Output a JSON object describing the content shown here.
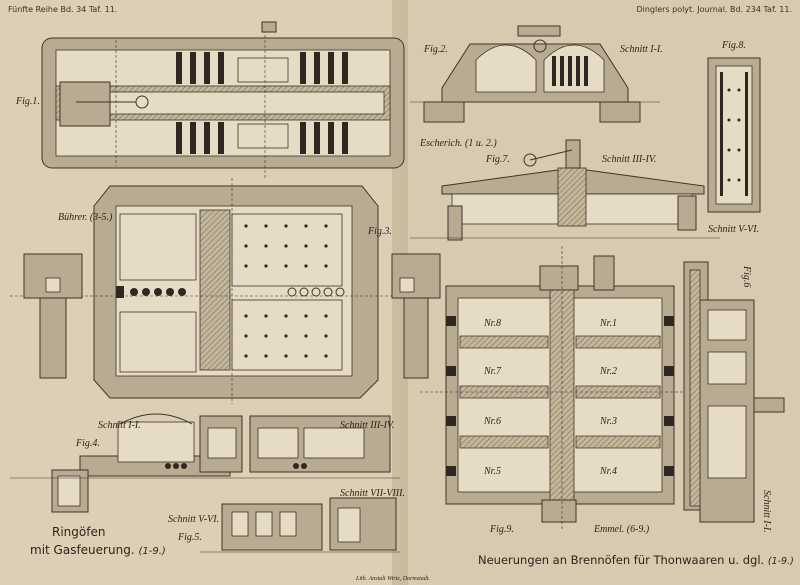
{
  "header": {
    "left": "Fünfte Reihe Bd. 34 Taf. 11.",
    "right": "Dinglers polyt. Journal. Bd. 234 Taf. 11."
  },
  "figures": {
    "fig1": "Fig.1.",
    "fig2": "Fig.2.",
    "fig3": "Fig.3.",
    "fig4": "Fig.4.",
    "fig5": "Fig.5.",
    "fig6": "Fig.6",
    "fig7": "Fig.7.",
    "fig8": "Fig.8.",
    "fig9": "Fig.9."
  },
  "sections": {
    "schnitt_1_top": "Schnitt I-I.",
    "schnitt_3_4_top": "Schnitt III-IV.",
    "schnitt_5_6_right": "Schnitt V-VI.",
    "schnitt_1_bottom": "Schnitt I-I.",
    "schnitt_3_4_bottom": "Schnitt III-IV.",
    "schnitt_5_6_bottom": "Schnitt V-VI.",
    "schnitt_7_8": "Schnitt VII-VIII.",
    "schnitt_1_right": "Schnitt I-I."
  },
  "authors": {
    "buehrer": "Bührer. (3-5.)",
    "escherich": "Escherich. (1 u. 2.)",
    "emmel": "Emmel. (6-9.)"
  },
  "chambers": [
    "Nr.8",
    "Nr.1",
    "Nr.7",
    "Nr.2",
    "Nr.6",
    "Nr.3",
    "Nr.5",
    "Nr.4"
  ],
  "titles": {
    "ringoefen_line1": "Ringöfen",
    "ringoefen_line2": "mit Gasfeuerung.",
    "ringoefen_ref": "(1-9.)",
    "main": "Neuerungen an Brennöfen für Thonwaaren u. dgl.",
    "main_ref": "(1-9.)"
  },
  "imprint": "Lith. Anstalt Wirtz, Darmstadt."
}
